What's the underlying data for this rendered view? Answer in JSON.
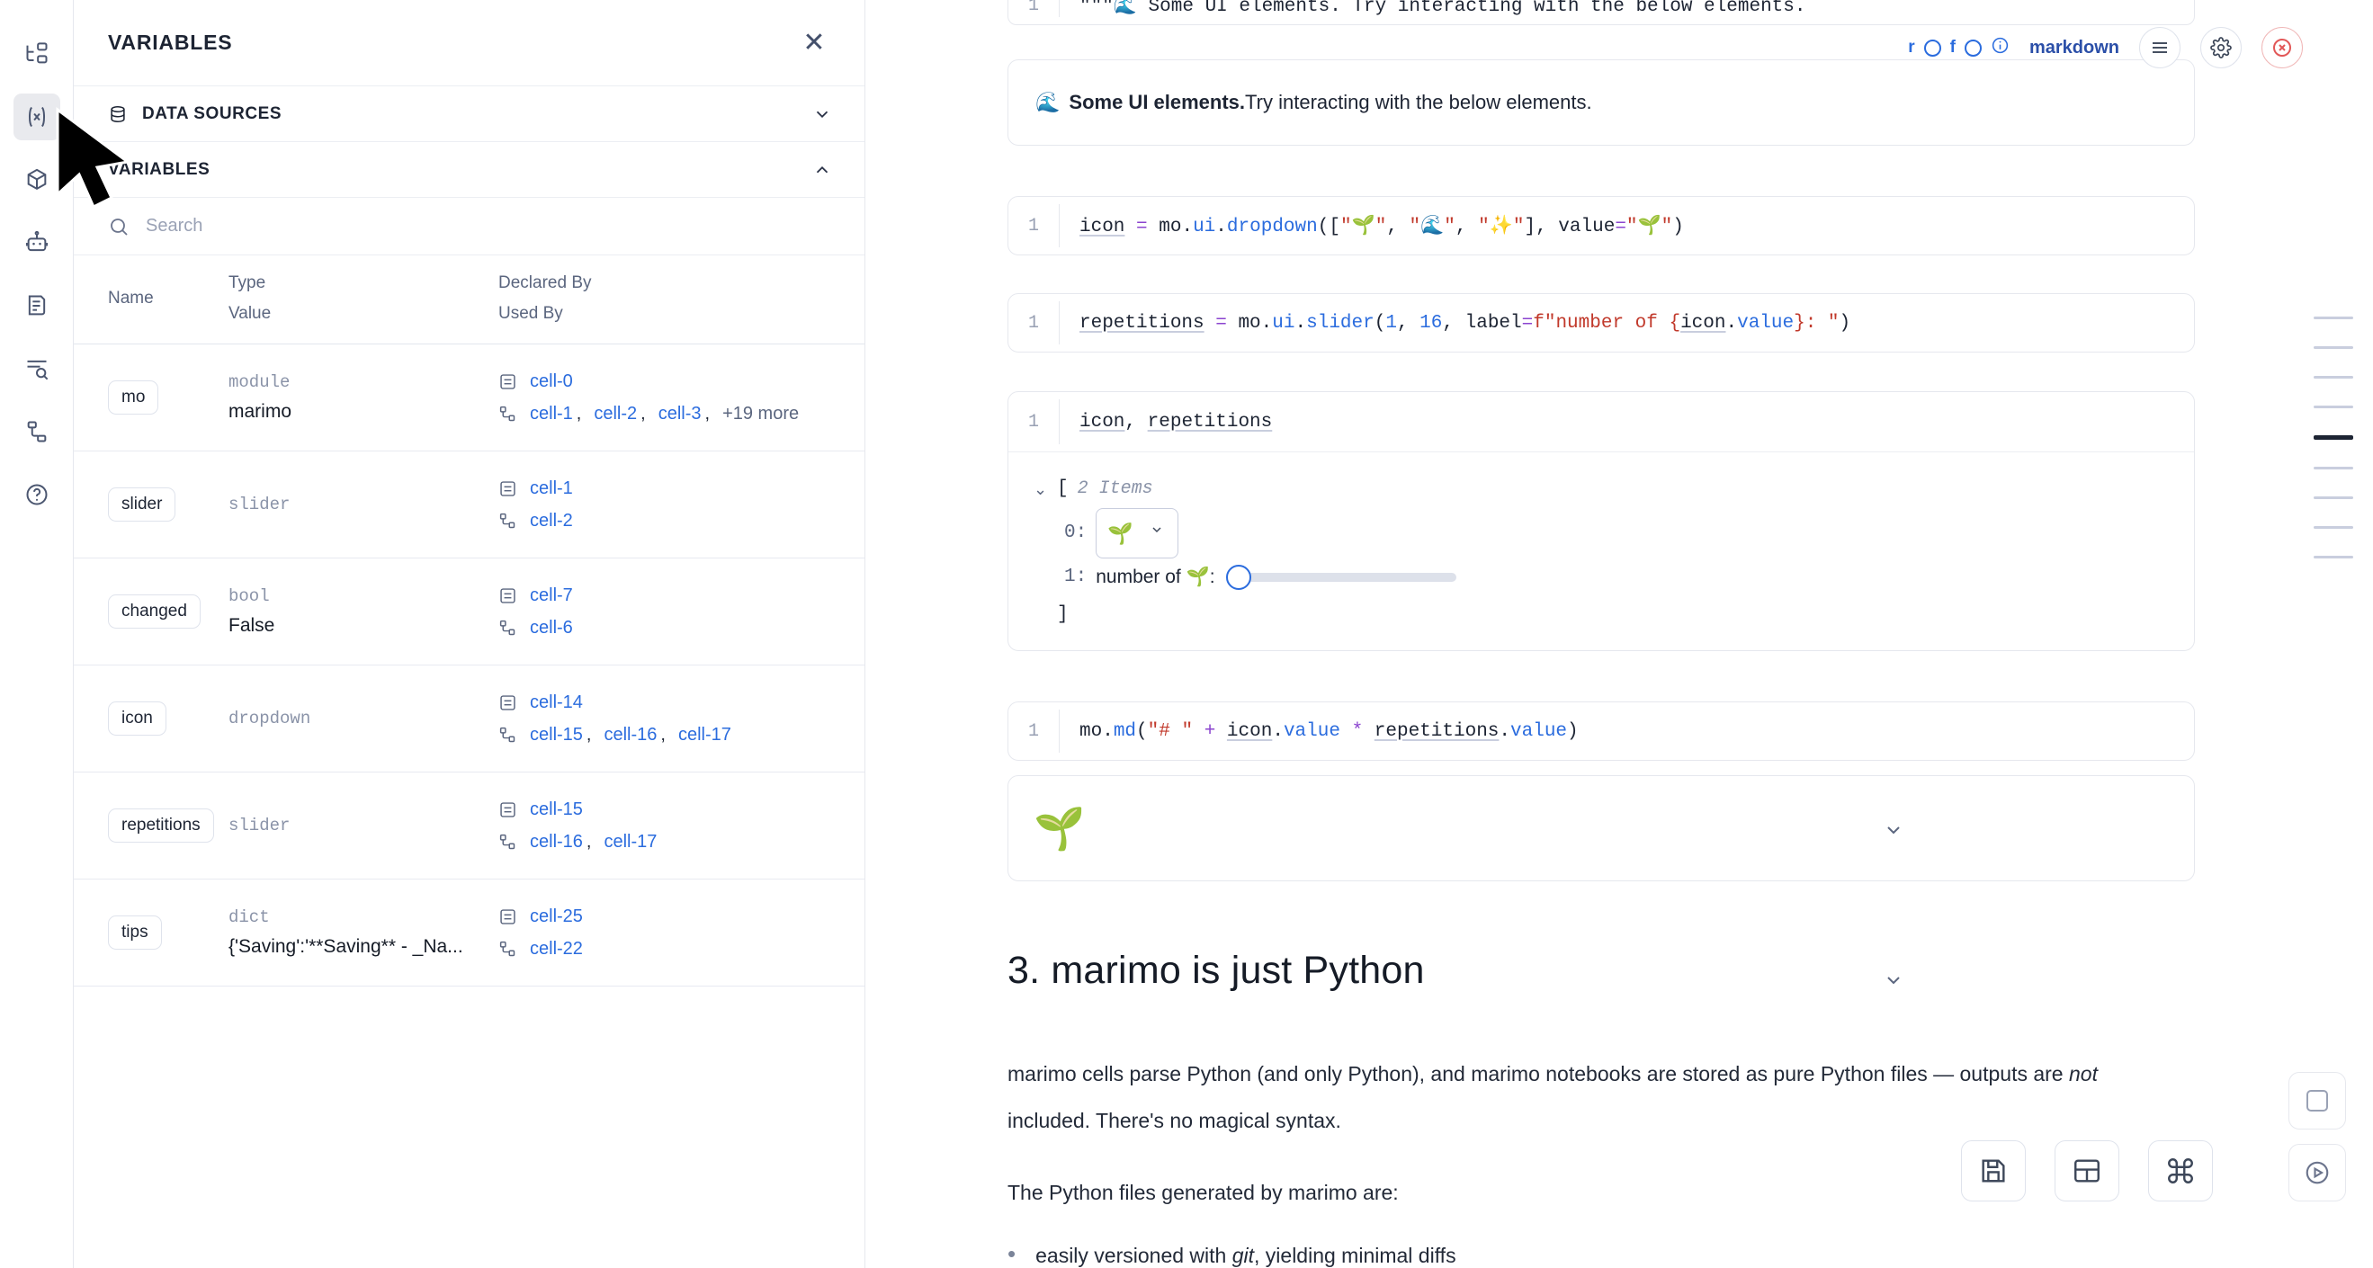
{
  "activity_bar": {
    "items": [
      {
        "name": "file-tree-icon",
        "label": "Explorer"
      },
      {
        "name": "variables-icon",
        "label": "Variables",
        "active": true
      },
      {
        "name": "package-icon",
        "label": "Packages"
      },
      {
        "name": "robot-icon",
        "label": "Chat"
      },
      {
        "name": "document-icon",
        "label": "Outline"
      },
      {
        "name": "logs-search-icon",
        "label": "Logs"
      },
      {
        "name": "dependency-graph-icon",
        "label": "Dependencies"
      },
      {
        "name": "help-circle-icon",
        "label": "Help"
      }
    ]
  },
  "panel": {
    "title": "VARIABLES",
    "close_label": "✕",
    "sections": [
      {
        "label": "DATA SOURCES",
        "expanded": false,
        "chevron": "down"
      },
      {
        "label": "VARIABLES",
        "expanded": true,
        "chevron": "up"
      }
    ],
    "search": {
      "placeholder": "Search",
      "value": ""
    },
    "table": {
      "headers": {
        "name": "Name",
        "type": "Type",
        "value": "Value",
        "declared_by": "Declared By",
        "used_by": "Used By"
      },
      "rows": [
        {
          "name": "mo",
          "type": "module",
          "value": "marimo",
          "declared_by": [
            "cell-0"
          ],
          "used_by": [
            "cell-1",
            "cell-2",
            "cell-3"
          ],
          "used_by_more": "+19 more"
        },
        {
          "name": "slider",
          "type": "slider",
          "value": "",
          "declared_by": [
            "cell-1"
          ],
          "used_by": [
            "cell-2"
          ],
          "used_by_more": ""
        },
        {
          "name": "changed",
          "type": "bool",
          "value": "False",
          "declared_by": [
            "cell-7"
          ],
          "used_by": [
            "cell-6"
          ],
          "used_by_more": ""
        },
        {
          "name": "icon",
          "type": "dropdown",
          "value": "",
          "declared_by": [
            "cell-14"
          ],
          "used_by": [
            "cell-15",
            "cell-16",
            "cell-17"
          ],
          "used_by_more": ""
        },
        {
          "name": "repetitions",
          "type": "slider",
          "value": "",
          "declared_by": [
            "cell-15"
          ],
          "used_by": [
            "cell-16",
            "cell-17"
          ],
          "used_by_more": ""
        },
        {
          "name": "tips",
          "type": "dict",
          "value": "{'Saving':'**Saving** - _Na...",
          "declared_by": [
            "cell-25"
          ],
          "used_by": [
            "cell-22"
          ],
          "used_by_more": ""
        }
      ]
    }
  },
  "notebook": {
    "toolbar": {
      "r_label": "r",
      "f_label": "f",
      "language": "markdown",
      "menu_icon": "hamburger-icon",
      "settings_icon": "gear-icon",
      "close_icon": "close-icon"
    },
    "md_source_line": "1",
    "md_source_text": "\"\"\"🌊 Some UI elements. Try interacting with the below elements.",
    "md_output": {
      "emoji": "🌊",
      "bold": "Some UI elements.",
      "rest": " Try interacting with the below elements."
    },
    "cells": [
      {
        "line": "1",
        "code": "icon = mo.ui.dropdown([\"🌱\", \"🌊\", \"✨\"], value=\"🌱\")"
      },
      {
        "line": "1",
        "code": "repetitions = mo.ui.slider(1, 16, label=f\"number of {icon.value}: \")"
      },
      {
        "line": "1",
        "code": "icon, repetitions"
      },
      {
        "line": "1",
        "code": "mo.md(\"# \" + icon.value * repetitions.value)"
      }
    ],
    "tuple_output": {
      "open_bracket": "[",
      "items_label": "2 Items",
      "index_0": "0:",
      "index_1": "1:",
      "dropdown_value": "🌱",
      "slider_label": "number of 🌱:",
      "slider_min": 1,
      "slider_max": 16,
      "slider_value": 1,
      "close_bracket": "]"
    },
    "md_result_emoji": "🌱",
    "heading": "3. marimo is just Python",
    "paragraphs": [
      {
        "parts": [
          {
            "t": "marimo cells parse Python (and only Python), and marimo notebooks are stored as pure Python files — outputs are ",
            "i": false
          },
          {
            "t": "not",
            "i": true
          },
          {
            "t": " included. There's no magical syntax.",
            "i": false
          }
        ]
      },
      {
        "parts": [
          {
            "t": "The Python files generated by marimo are:",
            "i": false
          }
        ]
      }
    ],
    "bullets": [
      {
        "parts": [
          {
            "t": "easily versioned with ",
            "i": false
          },
          {
            "t": "git",
            "i": true
          },
          {
            "t": ", yielding minimal diffs",
            "i": false
          }
        ]
      }
    ],
    "minimap": {
      "lines": 9,
      "active_index": 4
    },
    "float_buttons": [
      {
        "name": "save-icon",
        "label": "Save"
      },
      {
        "name": "layout-icon",
        "label": "Layout"
      },
      {
        "name": "command-icon",
        "label": "Commands"
      }
    ],
    "right_buttons": [
      {
        "name": "stop-icon",
        "label": "Interrupt"
      },
      {
        "name": "run-icon",
        "label": "Run"
      }
    ]
  },
  "colors": {
    "accent_blue": "#2b6cde",
    "text_dark": "#1d2433",
    "muted": "#5b667f",
    "border": "#e6e8ee",
    "danger": "#e25757"
  }
}
